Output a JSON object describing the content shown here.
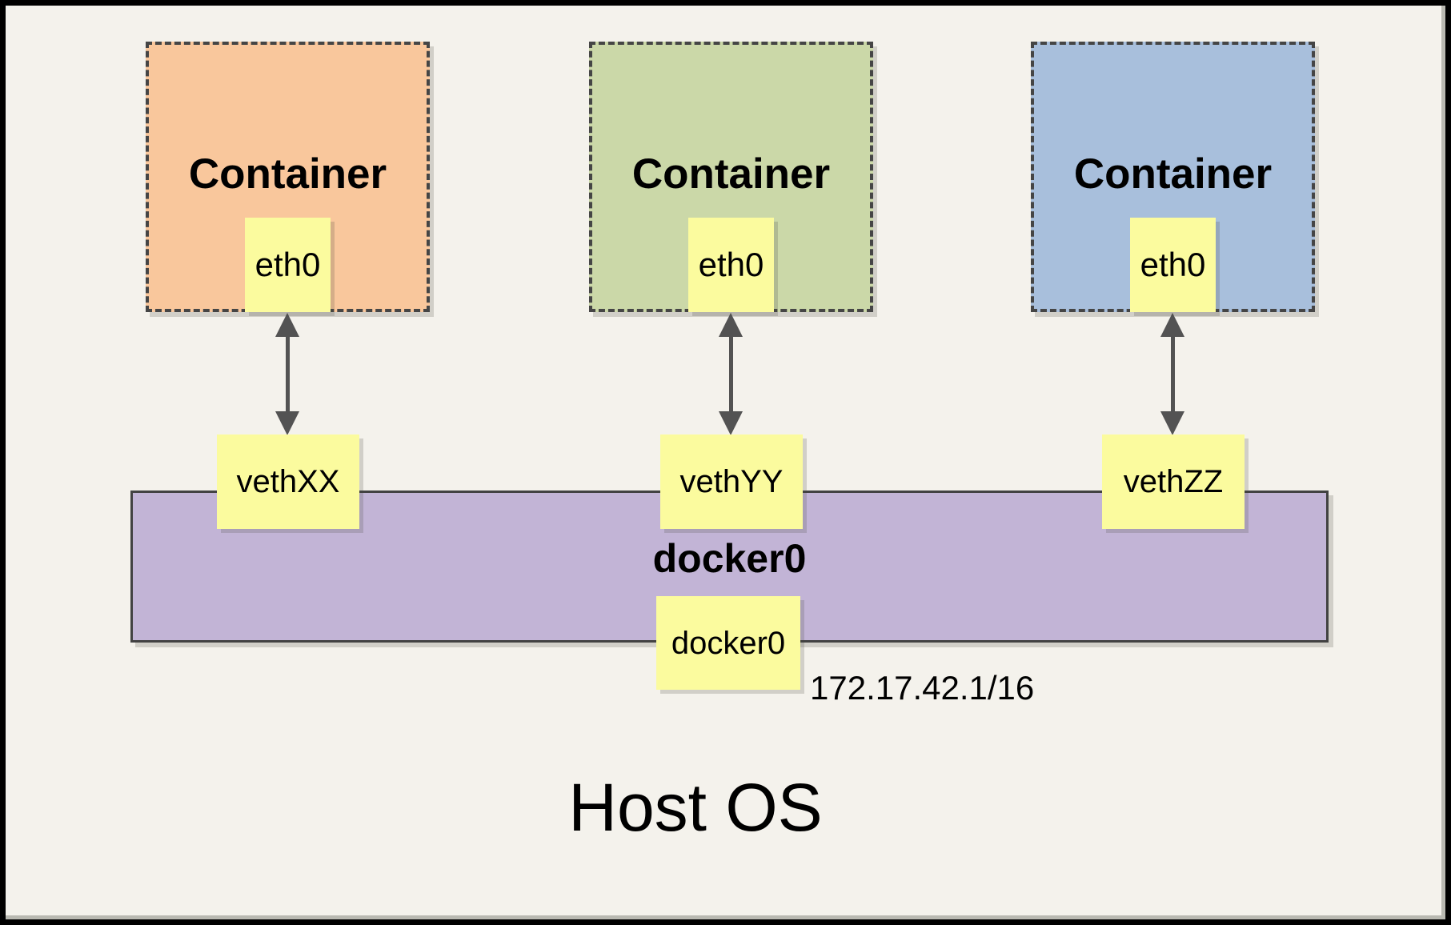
{
  "title": {
    "host_os": "Host OS"
  },
  "containers": [
    {
      "label": "Container",
      "interface": "eth0",
      "veth": "vethXX",
      "fill": "#f9c79c"
    },
    {
      "label": "Container",
      "interface": "eth0",
      "veth": "vethYY",
      "fill": "#cbd8a8"
    },
    {
      "label": "Container",
      "interface": "eth0",
      "veth": "vethZZ",
      "fill": "#a8bfdc"
    }
  ],
  "bridge": {
    "name": "docker0",
    "interface_label": "docker0",
    "ip_cidr": "172.17.42.1/16",
    "fill": "#c2b4d6"
  },
  "colors": {
    "background": "#f4f2ec",
    "note_yellow": "#fbfb9e",
    "dashed_border_gray": "#454545",
    "arrow_gray": "#535353",
    "frame_border_black": "#000000"
  }
}
